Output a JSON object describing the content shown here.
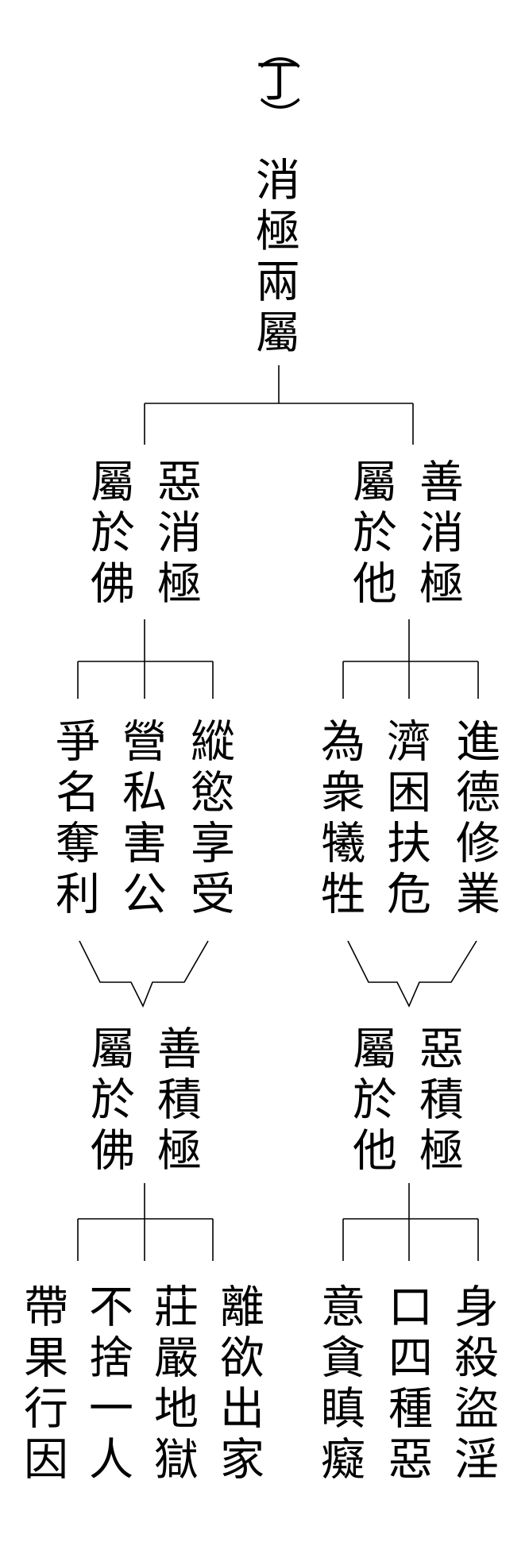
{
  "root": {
    "label": "（丁）",
    "title": "消極兩屬"
  },
  "branches": {
    "evil_passive": {
      "text": "惡消極屬於佛",
      "children": [
        "縱慾享受",
        "營私害公",
        "爭名奪利"
      ],
      "result": {
        "text": "善積極屬於佛",
        "children": [
          "離欲出家",
          "莊嚴地獄",
          "不捨一人",
          "帶果行因"
        ]
      }
    },
    "good_passive": {
      "text": "善消極屬於他",
      "children": [
        "進德修業",
        "濟困扶危",
        "為衆犧牲"
      ],
      "result": {
        "text": "惡積極屬於他",
        "children": [
          "身殺盜淫",
          "口四種惡",
          "意貪瞋癡"
        ]
      }
    }
  }
}
